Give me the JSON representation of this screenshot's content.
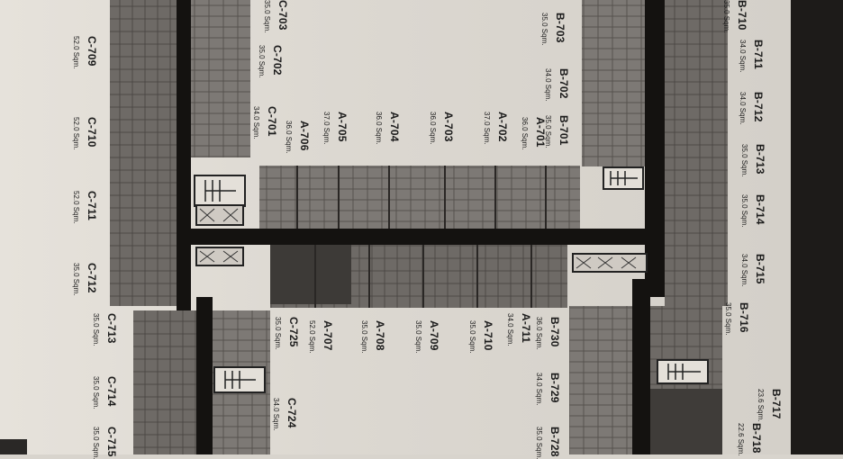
{
  "units": [
    {
      "code": "C-703",
      "area": "35.0 Sqm."
    },
    {
      "code": "C-709",
      "area": "52.0 Sqm."
    },
    {
      "code": "C-702",
      "area": "35.0 Sqm."
    },
    {
      "code": "C-701",
      "area": "34.0 Sqm."
    },
    {
      "code": "C-710",
      "area": "52.0 Sqm."
    },
    {
      "code": "C-711",
      "area": "52.0 Sqm."
    },
    {
      "code": "C-712",
      "area": "35.0 Sqm."
    },
    {
      "code": "C-713",
      "area": "35.0 Sqm."
    },
    {
      "code": "C-714",
      "area": "35.0 Sqm."
    },
    {
      "code": "C-715",
      "area": "35.0 Sqm."
    },
    {
      "code": "C-724",
      "area": "34.0 Sqm."
    },
    {
      "code": "C-725",
      "area": "35.0 Sqm."
    },
    {
      "code": "A-706",
      "area": "36.0 Sqm."
    },
    {
      "code": "A-705",
      "area": "37.0 Sqm."
    },
    {
      "code": "A-704",
      "area": "36.0 Sqm."
    },
    {
      "code": "A-703",
      "area": "36.0 Sqm."
    },
    {
      "code": "A-702",
      "area": "37.0 Sqm."
    },
    {
      "code": "A-701",
      "area": "36.0 Sqm."
    },
    {
      "code": "A-707",
      "area": "52.0 Sqm."
    },
    {
      "code": "A-708",
      "area": "35.0 Sqm."
    },
    {
      "code": "A-709",
      "area": "35.0 Sqm."
    },
    {
      "code": "A-710",
      "area": "35.0 Sqm."
    },
    {
      "code": "A-711",
      "area": "34.0 Sqm."
    },
    {
      "code": "B-703",
      "area": "35.0 Sqm."
    },
    {
      "code": "B-702",
      "area": "34.0 Sqm."
    },
    {
      "code": "B-701",
      "area": "35.0 Sqm."
    },
    {
      "code": "B-710",
      "area": "35.0 Sqm."
    },
    {
      "code": "B-711",
      "area": "34.0 Sqm."
    },
    {
      "code": "B-712",
      "area": "34.0 Sqm."
    },
    {
      "code": "B-713",
      "area": "35.0 Sqm."
    },
    {
      "code": "B-714",
      "area": "35.0 Sqm."
    },
    {
      "code": "B-715",
      "area": "34.0 Sqm."
    },
    {
      "code": "B-716",
      "area": "35.0 Sqm."
    },
    {
      "code": "B-717",
      "area": "23.6 Sqm."
    },
    {
      "code": "B-718",
      "area": "22.6 Sqm."
    },
    {
      "code": "B-730",
      "area": "36.0 Sqm."
    },
    {
      "code": "B-729",
      "area": "34.0 Sqm."
    },
    {
      "code": "B-728",
      "area": "35.0 Sqm."
    }
  ]
}
